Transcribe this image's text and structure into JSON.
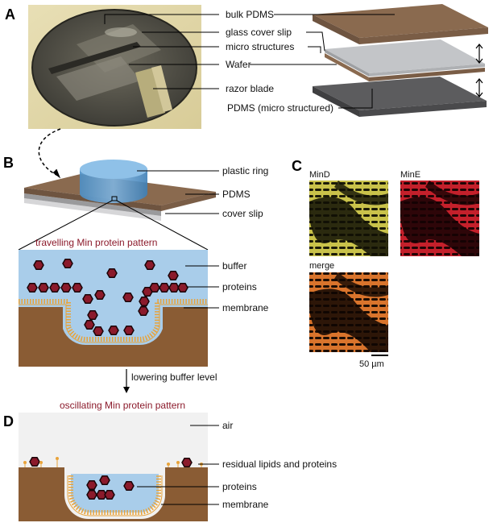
{
  "panels": {
    "a": "A",
    "b": "B",
    "c": "C",
    "d": "D"
  },
  "panel_a": {
    "labels": [
      "bulk PDMS",
      "glass cover slip",
      "micro structures",
      "Wafer",
      "razor blade",
      "PDMS (micro structured)"
    ]
  },
  "panel_b": {
    "labels": [
      "plastic ring",
      "PDMS",
      "cover slip"
    ],
    "pattern_title": "travelling Min protein pattern",
    "zoom_labels": [
      "buffer",
      "proteins",
      "membrane"
    ]
  },
  "transition": "lowering buffer level",
  "panel_c": {
    "mind": "MinD",
    "mine": "MinE",
    "merge": "merge",
    "scale": "50 µm"
  },
  "panel_d": {
    "pattern_title": "oscillating Min protein pattern",
    "labels": [
      "air",
      "residual lipids and proteins",
      "proteins",
      "membrane"
    ]
  },
  "colors": {
    "pdms": "#8a6a4f",
    "buffer": "#a9cdea",
    "protein": "#8b1a2b",
    "lipid": "#e8a33a",
    "title_red": "#8b1a2b"
  }
}
